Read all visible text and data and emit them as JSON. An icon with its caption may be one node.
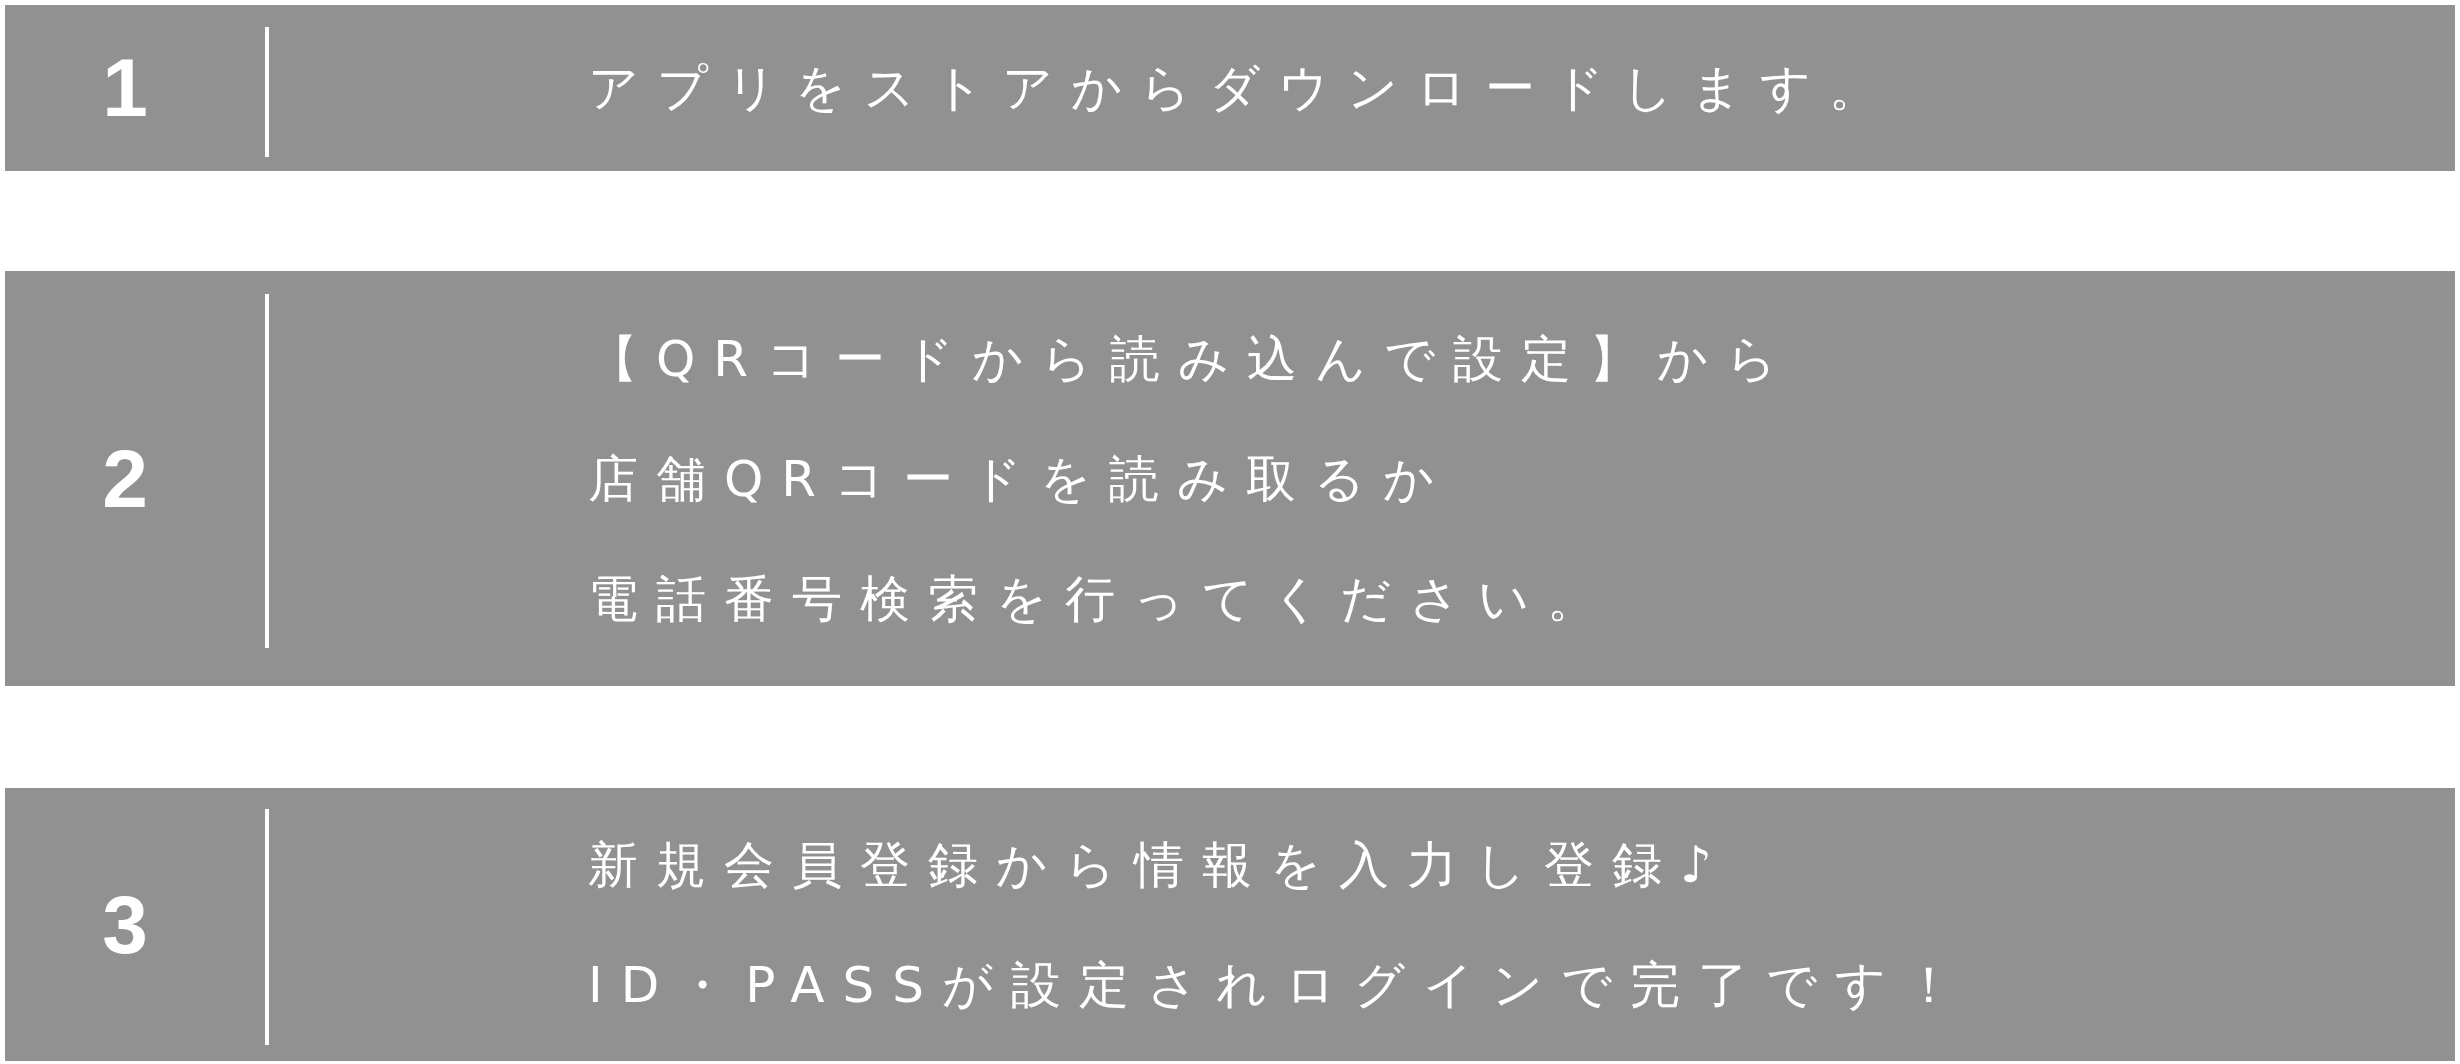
{
  "diagram": {
    "nodes": [
      {
        "text": [
          "1",
          "アプリをストアからダウンロードします。"
        ]
      },
      {
        "text": [
          "2",
          "【QRコードから読み込んで設定】から店舗QRコードを読み取るか電話番号検索を行ってください。"
        ]
      },
      {
        "text": [
          "3",
          "新規会員登録から情報を入力し登録♪",
          "ID・PASSが設定されログインで完了です！"
        ]
      }
    ]
  }
}
